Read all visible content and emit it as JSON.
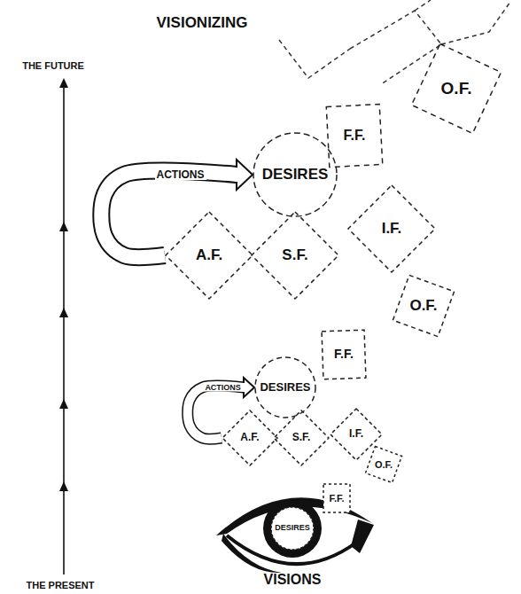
{
  "diagram": {
    "title": "VISIONIZING",
    "nodes": [
      {
        "text": [
          "O.F."
        ]
      },
      {
        "text": [
          "F.F."
        ]
      },
      {
        "text": [
          "DESIRES"
        ]
      },
      {
        "text": [
          "A.F."
        ]
      },
      {
        "text": [
          "S.F."
        ]
      },
      {
        "text": [
          "I.F."
        ]
      },
      {
        "text": [
          "O.F."
        ]
      },
      {
        "text": [
          "F.F."
        ]
      },
      {
        "text": [
          "DESIRES"
        ]
      },
      {
        "text": [
          "A.F."
        ]
      },
      {
        "text": [
          "S.F."
        ]
      },
      {
        "text": [
          "I.F."
        ]
      },
      {
        "text": [
          "O.F."
        ]
      },
      {
        "text": [
          "F.F."
        ]
      },
      {
        "text": [
          "DESIRES"
        ]
      }
    ],
    "edges": [
      {
        "from": 3,
        "to": 2,
        "arrow": "to",
        "label": "ACTIONS"
      },
      {
        "from": 9,
        "to": 8,
        "arrow": "to",
        "label": "ACTIONS"
      }
    ],
    "labels": [
      "THE FUTURE",
      "THE PRESENT",
      "VISIONS"
    ]
  }
}
